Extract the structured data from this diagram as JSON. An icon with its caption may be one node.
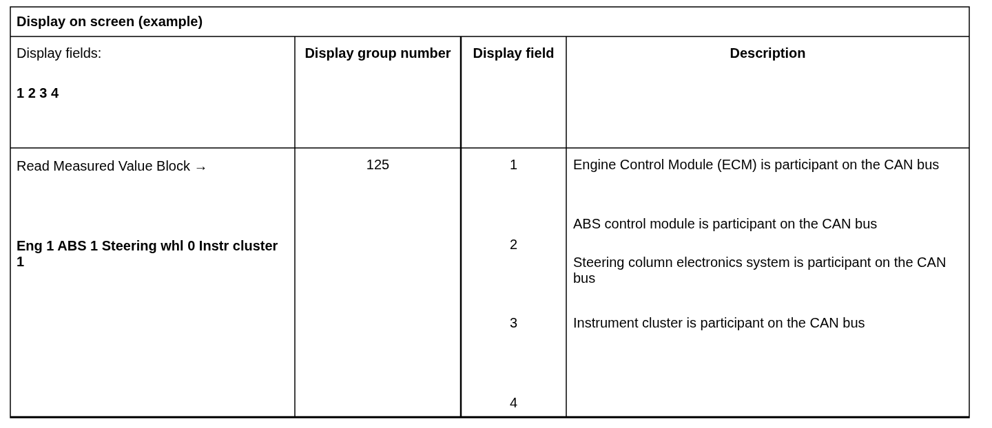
{
  "diagram": {
    "title": "Display on screen (example)",
    "labels": [
      "Display fields:",
      "1 2 3 4",
      "Display group number",
      "Display field",
      "Description",
      "Read Measured Value Block →",
      "Eng 1 ABS 1 Steering whl 0 Instr cluster 1",
      "125",
      "1",
      "2",
      "3",
      "4",
      "Engine Control Module (ECM) is participant on the CAN bus",
      "ABS control module is participant on the CAN bus",
      "Steering column electronics system is participant on the CAN bus",
      "Instrument cluster is participant on the CAN bus"
    ]
  }
}
